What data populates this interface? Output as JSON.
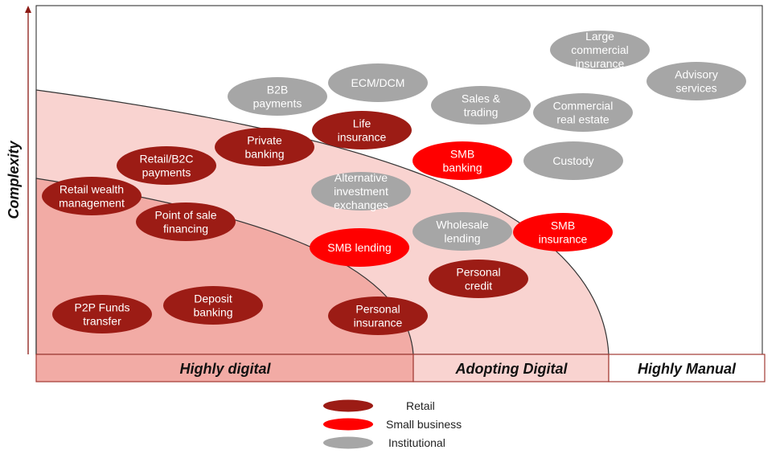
{
  "axis": {
    "y_label": "Complexity"
  },
  "bands": {
    "highly_digital": "Highly digital",
    "adopting_digital": "Adopting Digital",
    "highly_manual": "Highly Manual"
  },
  "colors": {
    "retail": "#9c1c15",
    "small_business": "#ff0000",
    "institutional": "#a6a6a6",
    "inner_zone": "#f2aba5",
    "middle_zone": "#f9d3d0",
    "border": "#a23a33"
  },
  "legend": [
    {
      "label": "Retail",
      "category": "retail"
    },
    {
      "label": "Small business",
      "category": "small_business"
    },
    {
      "label": "Institutional",
      "category": "institutional"
    }
  ],
  "items": [
    {
      "lines": [
        "Large",
        "commercial",
        "insurance"
      ],
      "category": "institutional"
    },
    {
      "lines": [
        "Advisory",
        "services"
      ],
      "category": "institutional"
    },
    {
      "lines": [
        "B2B",
        "payments"
      ],
      "category": "institutional"
    },
    {
      "lines": [
        "ECM/DCM"
      ],
      "category": "institutional"
    },
    {
      "lines": [
        "Sales &",
        "trading"
      ],
      "category": "institutional"
    },
    {
      "lines": [
        "Commercial",
        "real estate"
      ],
      "category": "institutional"
    },
    {
      "lines": [
        "Life",
        "insurance"
      ],
      "category": "retail"
    },
    {
      "lines": [
        "Private",
        "banking"
      ],
      "category": "retail"
    },
    {
      "lines": [
        "SMB",
        "banking"
      ],
      "category": "small_business"
    },
    {
      "lines": [
        "Custody"
      ],
      "category": "institutional"
    },
    {
      "lines": [
        "Retail/B2C",
        "payments"
      ],
      "category": "retail"
    },
    {
      "lines": [
        "Alternative",
        "investment",
        "exchanges"
      ],
      "category": "institutional"
    },
    {
      "lines": [
        "Retail wealth",
        "management"
      ],
      "category": "retail"
    },
    {
      "lines": [
        "Point of sale",
        "financing"
      ],
      "category": "retail"
    },
    {
      "lines": [
        "Wholesale",
        "lending"
      ],
      "category": "institutional"
    },
    {
      "lines": [
        "SMB",
        "insurance"
      ],
      "category": "small_business"
    },
    {
      "lines": [
        "SMB lending"
      ],
      "category": "small_business"
    },
    {
      "lines": [
        "Personal",
        "credit"
      ],
      "category": "retail"
    },
    {
      "lines": [
        "P2P Funds",
        "transfer"
      ],
      "category": "retail"
    },
    {
      "lines": [
        "Deposit",
        "banking"
      ],
      "category": "retail"
    },
    {
      "lines": [
        "Personal",
        "insurance"
      ],
      "category": "retail"
    }
  ]
}
